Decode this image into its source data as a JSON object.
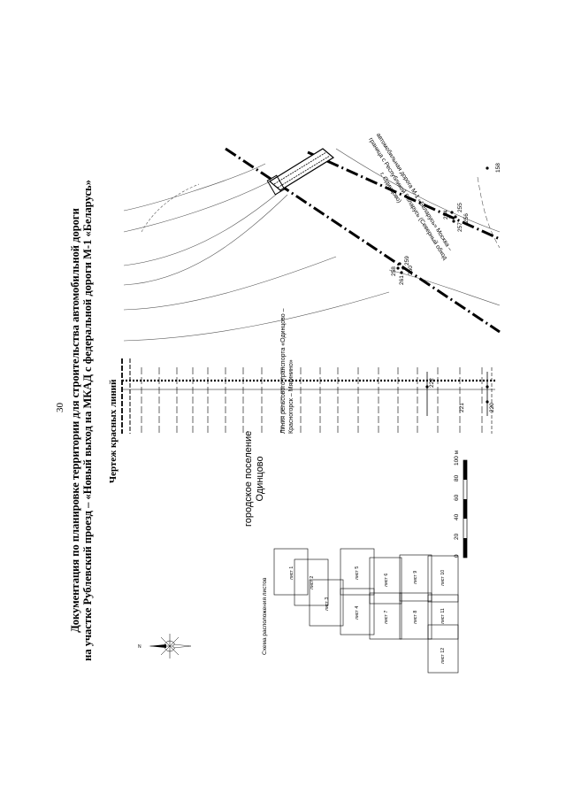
{
  "page_number": "30",
  "title": {
    "line1": "Документация по планировке территории для строительства автомобильной дороги",
    "line2": "на участке Рублевский проезд – «Новый выход на МКАД с федеральной дороги М-1 «Беларусь»"
  },
  "drawing_title": "Чертеж красных линий",
  "settlement": {
    "line1": "городское поселение",
    "line2": "Одинцово"
  },
  "rail_label": {
    "line1": "Линия рельсового транспорта «Одинцово –",
    "line2": "Красногорск – Мякинино»"
  },
  "road_label": {
    "line1": "автомобильная дорога М-1 «Беларусь» Москва –",
    "line2": "граница с Республикой Беларусь (Северный обход",
    "line3": "г. Одинцово)"
  },
  "point_labels": {
    "p158": "158",
    "p220": "220",
    "p221": "221",
    "p222": "222",
    "p254": "254",
    "p255": "255",
    "p256": "256",
    "p257": "257",
    "p258": "258",
    "p259": "259",
    "p260": "260",
    "p261": "261"
  },
  "scale_bar": {
    "ticks": [
      "0",
      "20",
      "40",
      "60",
      "80",
      "100 м"
    ]
  },
  "sheet_scheme": {
    "title": "Схема расположения листов",
    "sheets": [
      "лист 1",
      "лист 2",
      "лист 3",
      "лист 4",
      "лист 5",
      "лист 6",
      "лист 7",
      "лист 8",
      "лист 9",
      "лист 10",
      "лист 11",
      "лист 12"
    ]
  },
  "compass": {
    "north": "N"
  }
}
